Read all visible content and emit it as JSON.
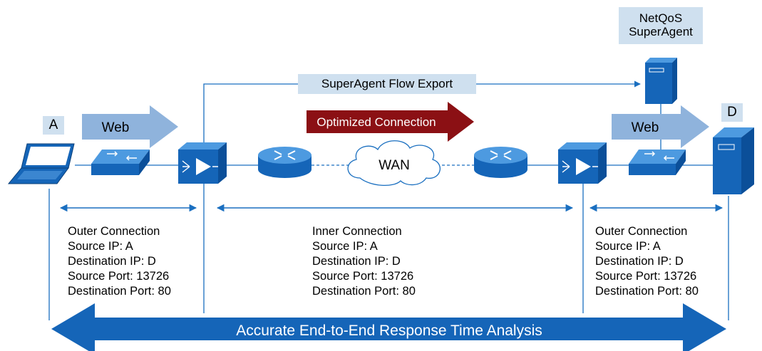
{
  "endpoints": {
    "client_label": "A",
    "server_label": "D"
  },
  "agent": {
    "name_line1": "NetQoS",
    "name_line2": "SuperAgent"
  },
  "flow_export_label": "SuperAgent Flow Export",
  "optimized_label": "Optimized Connection",
  "wan_label": "WAN",
  "web_left_label": "Web",
  "web_right_label": "Web",
  "connections": {
    "outer_left": {
      "title": "Outer Connection",
      "source_ip": "Source IP: A",
      "destination_ip": "Destination IP: D",
      "source_port": "Source Port: 13726",
      "destination_port": "Destination Port: 80"
    },
    "inner": {
      "title": "Inner Connection",
      "source_ip": "Source IP: A",
      "destination_ip": "Destination IP: D",
      "source_port": "Source Port: 13726",
      "destination_port": "Destination Port: 80"
    },
    "outer_right": {
      "title": "Outer Connection",
      "source_ip": "Source IP: A",
      "destination_ip": "Destination IP: D",
      "source_port": "Source Port: 13726",
      "destination_port": "Destination Port: 80"
    }
  },
  "bottom_banner": "Accurate End-to-End Response Time Analysis",
  "colors": {
    "device_blue": "#1565b8",
    "label_box": "#cfe0ef",
    "web_arrow": "#8fb3dc",
    "optimized_red": "#8b1014",
    "line": "#1a6fc0"
  },
  "icons": [
    "laptop-icon",
    "switch-icon",
    "wan-optimizer-icon",
    "router-icon",
    "cloud-icon",
    "server-icon"
  ]
}
